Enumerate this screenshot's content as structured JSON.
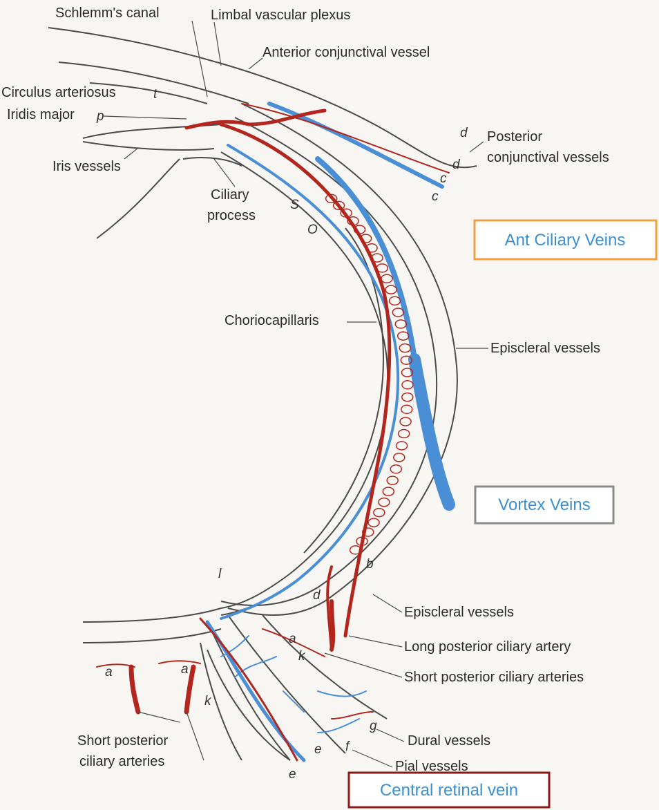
{
  "labels": {
    "schlemm": "Schlemm's canal",
    "limbal": "Limbal vascular plexus",
    "ant_conj": "Anterior conjunctival vessel",
    "circulus": "Circulus arteriosus",
    "iridis": "Iridis major",
    "iris_vessels": "Iris vessels",
    "ciliary_process_1": "Ciliary",
    "ciliary_process_2": "process",
    "post_conj_1": "Posterior",
    "post_conj_2": "conjunctival vessels",
    "choriocap": "Choriocapillaris",
    "episcleral_upper": "Episcleral vessels",
    "episcleral_lower": "Episcleral vessels",
    "long_post": "Long posterior ciliary artery",
    "short_post_right": "Short posterior ciliary arteries",
    "dural": "Dural vessels",
    "pial": "Pial vessels",
    "short_post_left_1": "Short posterior",
    "short_post_left_2": "ciliary arteries"
  },
  "letters": {
    "t": "t",
    "p": "p",
    "S": "S",
    "O": "O",
    "d1": "d",
    "d2": "d",
    "c1": "c",
    "c2": "c",
    "b": "b",
    "d3": "d",
    "l": "l",
    "a1": "a",
    "k1": "k",
    "a2": "a",
    "a3": "a",
    "k2": "k",
    "g": "g",
    "f": "f",
    "e1": "e",
    "e2": "e"
  },
  "callouts": {
    "ant_ciliary": "Ant Ciliary Veins",
    "vortex": "Vortex Veins",
    "central_retinal": "Central retinal vein"
  },
  "colors": {
    "artery": "#b3261e",
    "vein": "#4a8fd6",
    "outline": "#4a4a4a",
    "callout_ant_ciliary_border": "#f0a040",
    "callout_vortex_border": "#8a8a8a",
    "callout_central_border": "#8b1a1a",
    "callout_text": "#3a8fd0"
  }
}
